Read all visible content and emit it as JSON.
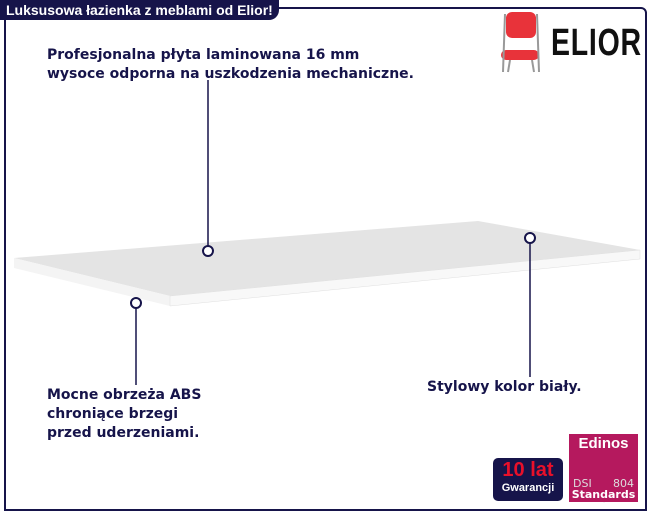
{
  "header": {
    "title": "Luksusowa łazienka z meblami od Elior!"
  },
  "brand": {
    "name": "ELIOR",
    "logo_icon": "red-chair-icon"
  },
  "features": [
    {
      "line1": "Profesjonalna płyta laminowana 16 mm",
      "line2": "wysoce odporna na uszkodzenia mechaniczne."
    },
    {
      "line1": "Mocne obrzeża ABS",
      "line2": "chroniące brzegi",
      "line3": "przed uderzeniami."
    },
    {
      "line1": "Stylowy kolor biały."
    }
  ],
  "badges": {
    "warranty": {
      "line1": "10 lat",
      "line2": "Gwarancji"
    },
    "edinos": {
      "title": "Edinos",
      "left": "DSI",
      "right": "804",
      "bottom": "Standards"
    }
  },
  "colors": {
    "navy": "#16144a",
    "accent_red": "#e8102a",
    "magenta": "#b5195e"
  }
}
